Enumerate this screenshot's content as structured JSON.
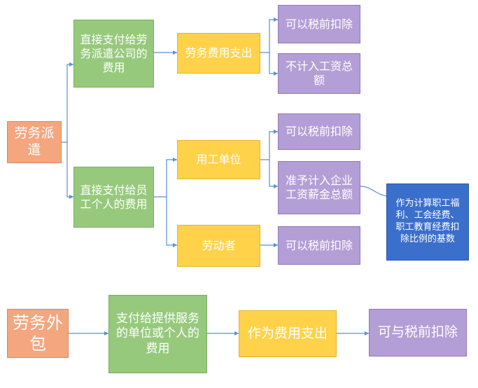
{
  "colors": {
    "orange": "#f4a67f",
    "green": "#97c97d",
    "yellow": "#ffd24a",
    "purple": "#b49ed6",
    "blue": "#3b6fcc",
    "connector": "#5b8fd0"
  },
  "dispatch": {
    "root": "劳务派遣",
    "pay_company": "直接支付给劳务派遣公司的费用",
    "labor_expense": "劳务费用支出",
    "pretax_deductible_1": "可以税前扣除",
    "not_in_wages": "不计入工资总额",
    "pay_individuals": "直接支付给员工个人的费用",
    "employer": "用工单位",
    "pretax_deductible_2": "可以税前扣除",
    "allowed_in_wages": "准予计入企业工资薪金总额",
    "base_note": "作为计算职工福利、工会经费、职工教育经费扣除比例的基数",
    "worker": "劳动者",
    "pretax_deductible_3": "可以税前扣除"
  },
  "outsourcing": {
    "root": "劳务外包",
    "pay_provider": "支付给提供服务的单位或个人的费用",
    "as_expense": "作为费用支出",
    "pretax_deductible": "可与税前扣除"
  }
}
